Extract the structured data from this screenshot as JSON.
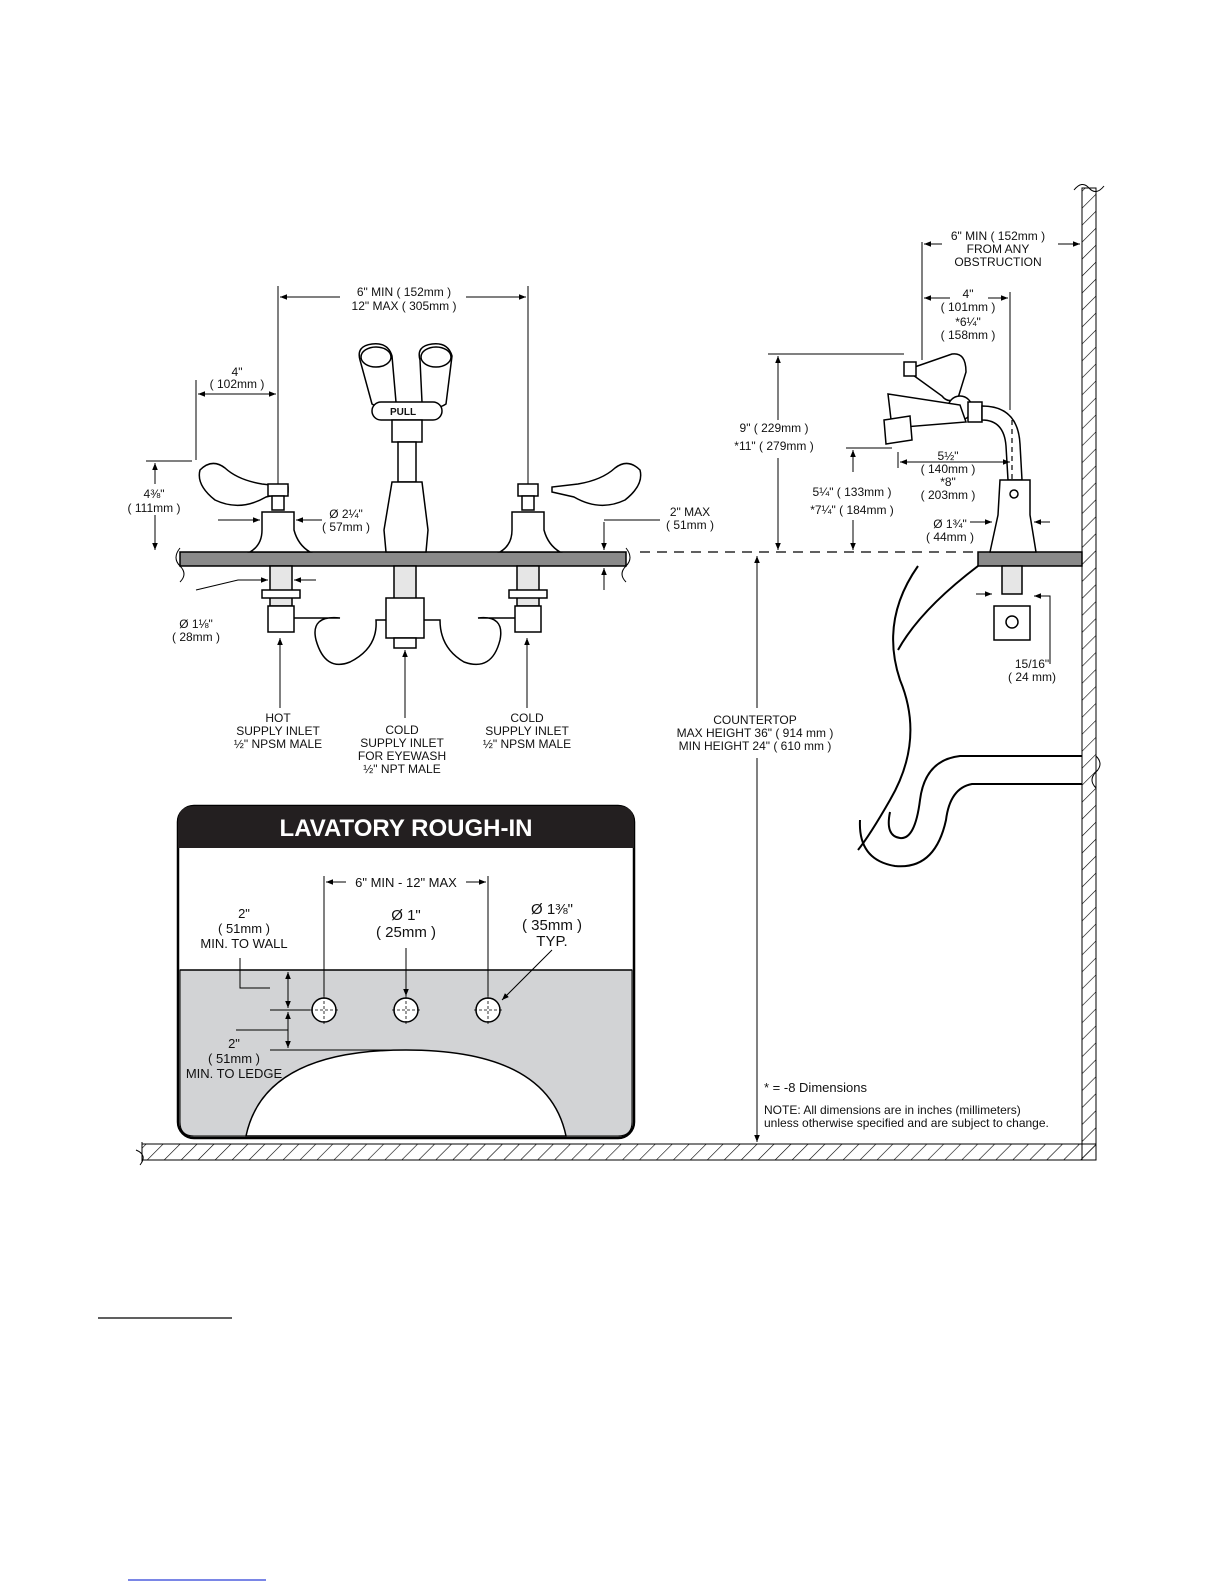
{
  "labels": {
    "spacing_1": "6\" MIN ( 152mm )",
    "spacing_2": "12\" MAX ( 305mm )",
    "handle_offset_1": "4\"",
    "handle_offset_2": "( 102mm )",
    "handle_height_1": "4⅜\"",
    "handle_height_2": "( 111mm )",
    "base_dia_1": "Ø 2¼\"",
    "base_dia_2": "( 57mm )",
    "deck_max_1": "2\" MAX",
    "deck_max_2": "( 51mm )",
    "shank_dia_1": "Ø 1⅛\"",
    "shank_dia_2": "( 28mm )",
    "hot_inlet": [
      "HOT",
      "SUPPLY INLET",
      "½\" NPSM MALE"
    ],
    "cold_eyewash_inlet": [
      "COLD",
      "SUPPLY INLET",
      "FOR EYEWASH",
      "½\" NPT MALE"
    ],
    "cold_inlet": [
      "COLD",
      "SUPPLY INLET",
      "½\" NPSM MALE"
    ],
    "countertop": [
      "COUNTERTOP",
      "MAX HEIGHT 36\" ( 914 mm )",
      "MIN HEIGHT 24\" ( 610 mm )"
    ],
    "obstruction": [
      "6\" MIN ( 152mm )",
      "FROM ANY",
      "OBSTRUCTION"
    ],
    "reach": [
      "4\"",
      "( 101mm )",
      "*6¼\"",
      "( 158mm )"
    ],
    "height_9_1": "9\" ( 229mm )",
    "height_9_2": "*11\" ( 279mm )",
    "reach_5": [
      "5½\"",
      "( 140mm )",
      "*8\"",
      "( 203mm )"
    ],
    "height_5_1": "5¼\" ( 133mm )",
    "height_5_2": "*7¼\" ( 184mm )",
    "side_dia_1": "Ø 1¾\"",
    "side_dia_2": "( 44mm )",
    "nut_1": "15/16\"",
    "nut_2": "( 24 mm)",
    "pull": "PULL",
    "footnote": "* = -8 Dimensions",
    "note_1": "NOTE: All dimensions are in inches (millimeters)",
    "note_2": "unless otherwise specified and are subject to change."
  },
  "rough_in": {
    "title": "LAVATORY ROUGH-IN",
    "spacing": "6\" MIN - 12\" MAX",
    "wall": [
      "2\"",
      "( 51mm )",
      "MIN. TO WALL"
    ],
    "hole_center": [
      "Ø 1\"",
      "( 25mm )"
    ],
    "hole_side": [
      "Ø 1⅜\"",
      "( 35mm )",
      "TYP."
    ],
    "ledge": [
      "2\"",
      "( 51mm )",
      "MIN. TO LEDGE"
    ]
  }
}
